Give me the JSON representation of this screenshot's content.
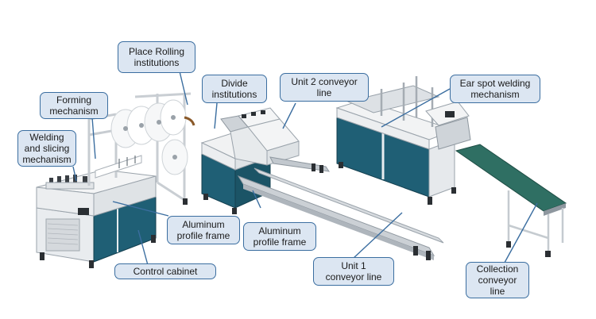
{
  "diagram": {
    "labels": {
      "place_rolling": "Place Rolling\ninstitutions",
      "forming": "Forming\nmechanism",
      "welding_slicing": "Welding\nand slicing\nmechanism",
      "divide": "Divide\ninstitutions",
      "unit2": "Unit 2 conveyor\nline",
      "ear_spot": "Ear spot welding\nmechanism",
      "aluminum_1": "Aluminum\nprofile frame",
      "aluminum_2": "Aluminum\nprofile frame",
      "control_cabinet": "Control cabinet",
      "unit1": "Unit 1\nconveyor line",
      "collection": "Collection\nconveyor\nline"
    },
    "colors": {
      "cabinet_blue": "#1f5f75",
      "frame_white": "#eef0f2",
      "steel": "#b9bfc6",
      "belt_teal": "#2f6f63",
      "callout_fill": "#dce6f2",
      "callout_border": "#3b6ea0"
    }
  }
}
